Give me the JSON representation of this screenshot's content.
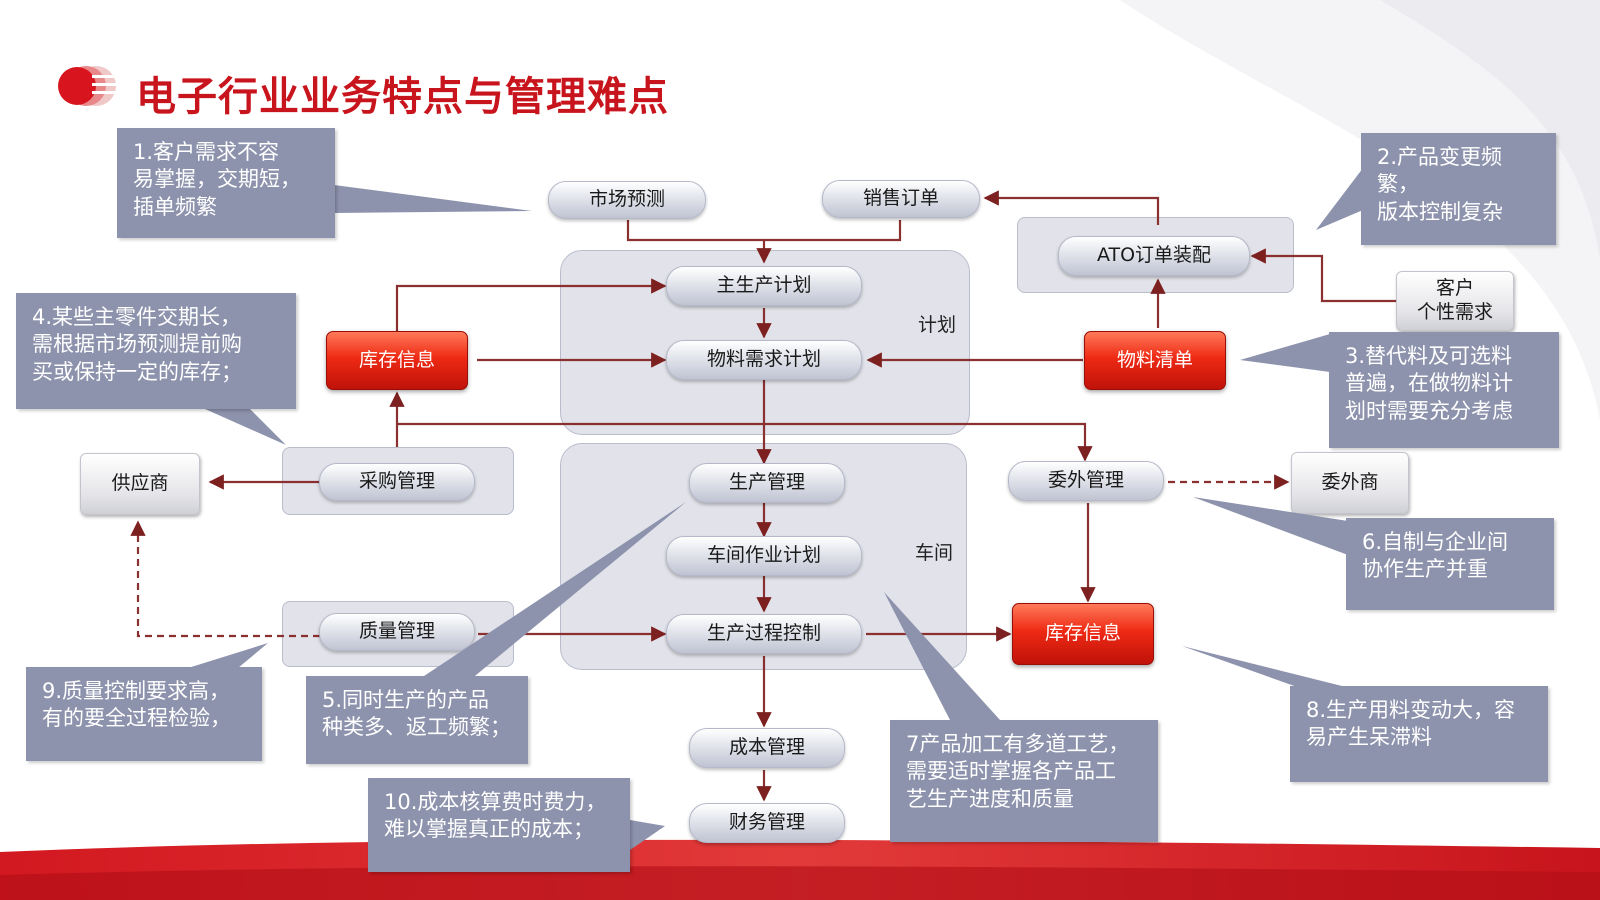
{
  "title": "电子行业业务特点与管理难点",
  "colors": {
    "accent_red": "#c8141c",
    "callout_bg": "#8e93ad",
    "node_red": "#ee2a14",
    "region_bg": "#e2e3ea"
  },
  "region_labels": {
    "plan": "计划",
    "workshop": "车间"
  },
  "nodes": {
    "market_forecast": "市场预测",
    "sales_order": "销售订单",
    "ato_assembly": "ATO订单装配",
    "customer_need": "客户\n个性需求",
    "master_plan": "主生产计划",
    "material_plan": "物料需求计划",
    "inventory_info_1": "库存信息",
    "bom": "物料清单",
    "supplier": "供应商",
    "purchase": "采购管理",
    "production_mgmt": "生产管理",
    "outsource_mgmt": "委外管理",
    "outsourcer": "委外商",
    "shop_plan": "车间作业计划",
    "process_control": "生产过程控制",
    "quality": "质量管理",
    "inventory_info_2": "库存信息",
    "cost": "成本管理",
    "finance": "财务管理"
  },
  "callouts": {
    "c1": "1.客户需求不容\n易掌握，交期短，\n插单频繁",
    "c2": "2.产品变更频繁，\n版本控制复杂",
    "c3": "3.替代料及可选料\n普遍，在做物料计\n划时需要充分考虑",
    "c4": "4.某些主零件交期长，\n需根据市场预测提前购\n买或保持一定的库存；",
    "c5": "5.同时生产的产品\n种类多、返工频繁；",
    "c6": "6.自制与企业间\n协作生产并重",
    "c7": "7产品加工有多道工艺，\n需要适时掌握各产品工\n艺生产进度和质量",
    "c8": "8.生产用料变动大，容\n易产生呆滞料",
    "c9": "9.质量控制要求高，\n有的要全过程检验，",
    "c10": "10.成本核算费时费力，\n难以掌握真正的成本；"
  }
}
